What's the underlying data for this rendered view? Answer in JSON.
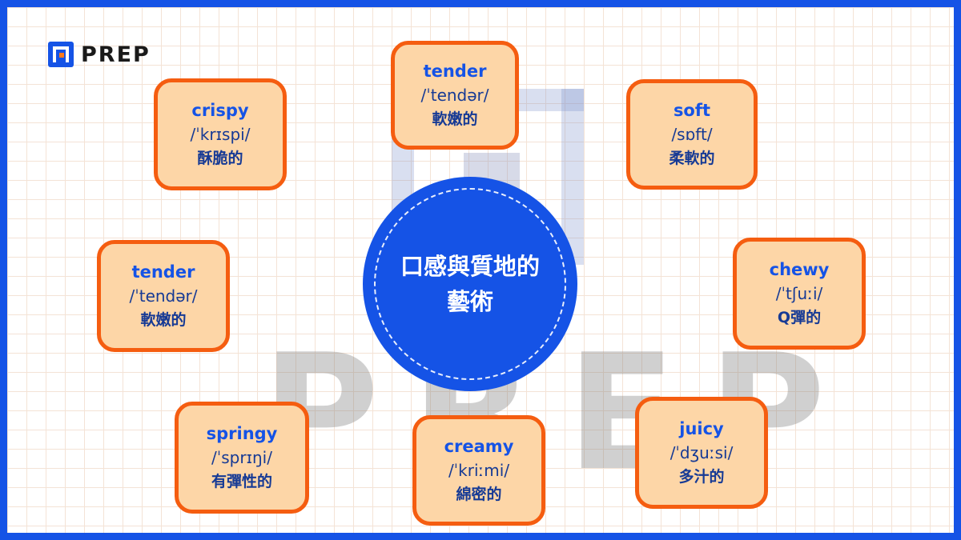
{
  "brand": {
    "name": "PREP",
    "watermark": "PREP"
  },
  "center": {
    "title": "口感與質地的藝術"
  },
  "nodes": [
    {
      "word": "tender",
      "ipa": "/ˈtendər/",
      "cn": "軟嫩的"
    },
    {
      "word": "soft",
      "ipa": "/sɒft/",
      "cn": "柔軟的"
    },
    {
      "word": "crispy",
      "ipa": "/ˈkrɪspi/",
      "cn": "酥脆的"
    },
    {
      "word": "tender",
      "ipa": "/ˈtendər/",
      "cn": "軟嫩的"
    },
    {
      "word": "chewy",
      "ipa": "/ˈtʃuːi/",
      "cn": "Q彈的"
    },
    {
      "word": "springy",
      "ipa": "/ˈsprɪŋi/",
      "cn": "有彈性的"
    },
    {
      "word": "creamy",
      "ipa": "/ˈkriːmi/",
      "cn": "綿密的"
    },
    {
      "word": "juicy",
      "ipa": "/ˈdʒuːsi/",
      "cn": "多汁的"
    }
  ],
  "colors": {
    "accent_blue": "#1553e6",
    "node_border": "#f55d10",
    "node_fill": "#fdd6a7",
    "text_dark_blue": "#163a95"
  }
}
